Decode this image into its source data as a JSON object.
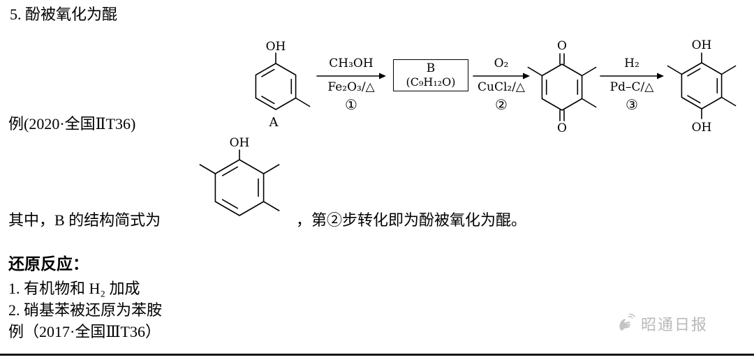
{
  "doc": {
    "title": "5. 酚被氧化为醌",
    "example_2020": "例(2020·全国ⅡT36)",
    "mid_sentence_left": "其中，B 的结构简式为",
    "mid_sentence_right": "，第②步转化即为酚被氧化为醌。",
    "reduction_heading": "还原反应：",
    "item1": "1. 有机物和 H₂ 加成",
    "item2": "2. 硝基苯被还原为苯胺",
    "example_2017": "例（2017·全国ⅢT36）",
    "watermark": "昭通日报"
  },
  "scheme": {
    "structA": {
      "oh_label": "OH",
      "name_label": "A"
    },
    "step1": {
      "reagent_above": "CH₃OH",
      "reagent_below": "Fe₂O₃/△",
      "step_number": "①"
    },
    "boxB": {
      "line1": "B",
      "line2": "(C₉H₁₂O)"
    },
    "step2": {
      "reagent_above": "O₂",
      "reagent_below": "CuCl₂/△",
      "step_number": "②"
    },
    "quinone": {
      "o_top": "O",
      "o_bottom": "O"
    },
    "step3": {
      "reagent_above": "H₂",
      "reagent_below": "Pd–C/△",
      "step_number": "③"
    },
    "product": {
      "oh_top": "OH",
      "oh_bottom": "OH"
    },
    "structB": {
      "oh_label": "OH"
    }
  }
}
